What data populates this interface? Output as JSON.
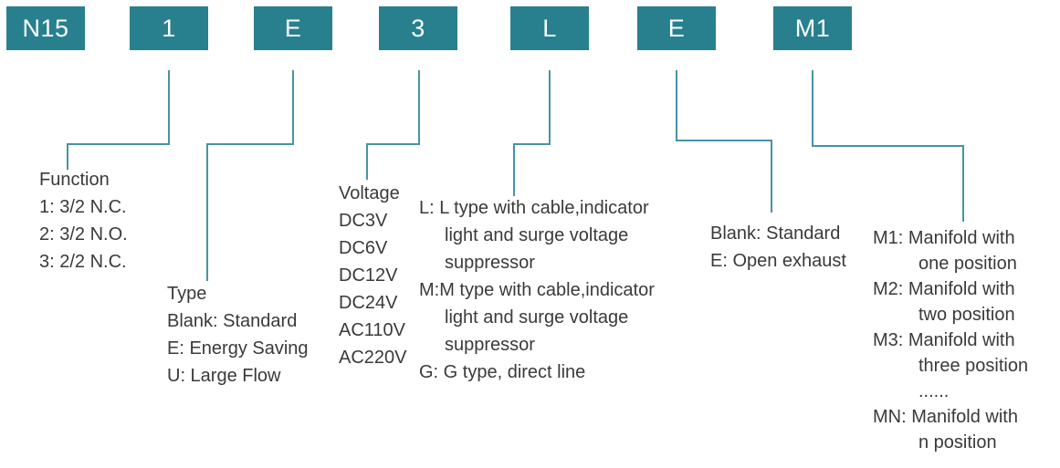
{
  "codes": [
    "N15",
    "1",
    "E",
    "3",
    "L",
    "E",
    "M1"
  ],
  "colors": {
    "box_fill": "#28808F",
    "box_text": "#FFFFFF",
    "connector": "#4793A5",
    "text": "#3A3A3A"
  },
  "blocks": {
    "function": {
      "lines": [
        "Function",
        "1: 3/2 N.C.",
        "2: 3/2 N.O.",
        "3: 2/2 N.C."
      ]
    },
    "type": {
      "lines": [
        "Type",
        "Blank: Standard",
        "E: Energy Saving",
        "U: Large Flow"
      ]
    },
    "voltage": {
      "lines": [
        "Voltage",
        "DC3V",
        "DC6V",
        "DC12V",
        "DC24V",
        "AC110V",
        "AC220V"
      ]
    },
    "wiring": {
      "lines": [
        "L: L type with cable,indicator",
        "light and surge voltage",
        "suppressor",
        "M:M type with cable,indicator",
        "light and surge voltage",
        "suppressor",
        "G: G type, direct line"
      ]
    },
    "exhaust": {
      "lines": [
        "Blank: Standard",
        "E: Open exhaust"
      ]
    },
    "manifold": {
      "lines": [
        "M1: Manifold with",
        "one position",
        "M2: Manifold with",
        "two position",
        "M3: Manifold with",
        "three position",
        "......",
        "MN: Manifold with",
        "n position"
      ]
    }
  }
}
